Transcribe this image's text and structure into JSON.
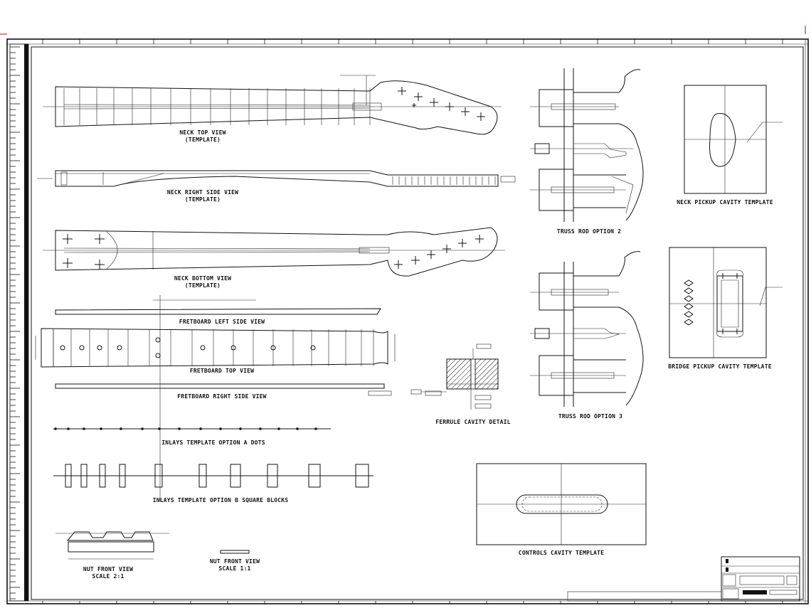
{
  "labels": {
    "neck_top_view": "NECK TOP VIEW",
    "neck_top_view_sub": "(TEMPLATE)",
    "neck_right_side_view": "NECK RIGHT SIDE VIEW",
    "neck_right_side_view_sub": "(TEMPLATE)",
    "neck_bottom_view": "NECK BOTTOM VIEW",
    "neck_bottom_view_sub": "(TEMPLATE)",
    "fretboard_left_side_view": "FRETBOARD LEFT SIDE VIEW",
    "fretboard_top_view": "FRETBOARD TOP VIEW",
    "fretboard_right_side_view": "FRETBOARD RIGHT SIDE VIEW",
    "ferrule_cavity_detail": "FERRULE CAVITY DETAIL",
    "inlays_option_a": "INLAYS TEMPLATE OPTION A DOTS",
    "inlays_option_b": "INLAYS TEMPLATE OPTION B SQUARE BLOCKS",
    "nut_front_view_1": "NUT FRONT VIEW",
    "nut_front_view_1_sub": "SCALE 2:1",
    "nut_front_view_2": "NUT FRONT VIEW",
    "nut_front_view_2_sub": "SCALE 1:1",
    "truss_rod_option_2": "TRUSS ROD OPTION 2",
    "truss_rod_option_3": "TRUSS ROD OPTION 3",
    "neck_pickup_cavity_template": "NECK PICKUP CAVITY TEMPLATE",
    "bridge_pickup_cavity_template": "BRIDGE PICKUP CAVITY TEMPLATE",
    "controls_cavity_template": "CONTROLS CAVITY TEMPLATE"
  },
  "colors": {
    "ink": "#111111",
    "paper": "#ffffff",
    "corner_mark": "#cc0000"
  }
}
